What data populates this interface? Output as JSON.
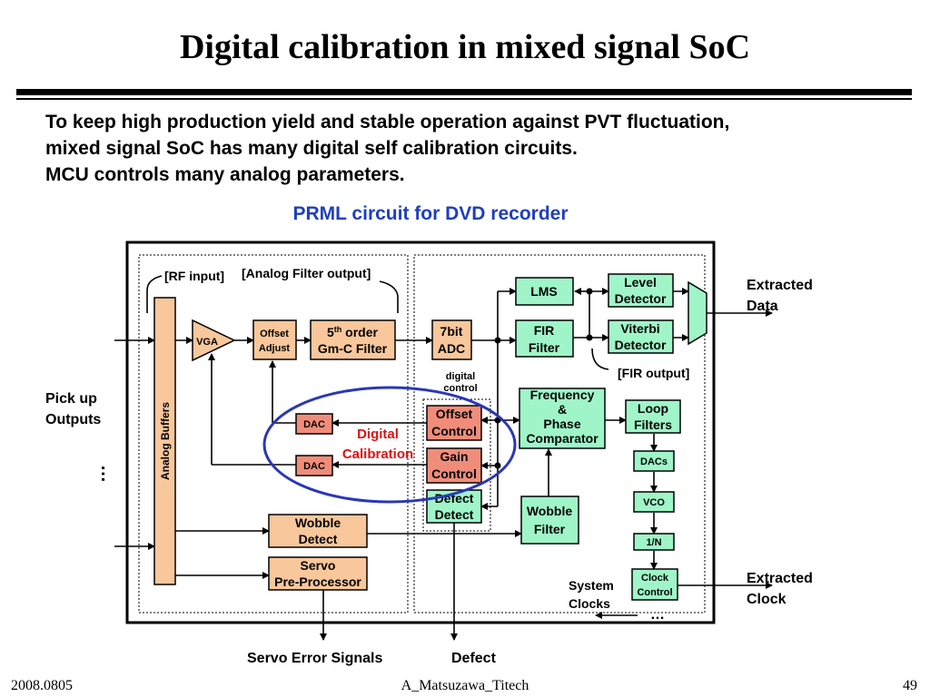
{
  "slide": {
    "title": "Digital calibration in mixed signal SoC",
    "intro": [
      "To keep high production yield and stable operation against PVT fluctuation,",
      "mixed signal SoC has many digital self calibration circuits.",
      "MCU controls many analog parameters."
    ],
    "subtitle": "PRML circuit for DVD recorder"
  },
  "diagram": {
    "labels": {
      "rf_input": "[RF input]",
      "analog_filter_output": "[Analog Filter output]",
      "fir_output": "[FIR output]",
      "pickup": [
        "Pick up",
        "Outputs"
      ],
      "ellipsis": "…",
      "extracted_data": [
        "Extracted",
        "Data"
      ],
      "extracted_clock": [
        "Extracted",
        "Clock"
      ],
      "system_clocks": [
        "System",
        "Clocks"
      ],
      "digital_control": [
        "digital",
        "control"
      ],
      "digital_calibration": [
        "Digital",
        "Calibration"
      ],
      "servo_error_signals": "Servo Error Signals",
      "defect": "Defect"
    },
    "blocks": {
      "analog_buffers": "Analog Buffers",
      "vga": "VGA",
      "offset_adjust": [
        "Offset",
        "Adjust"
      ],
      "filter": {
        "line1_main": "5",
        "line1_sup": "th",
        "line1_rest": " order",
        "line2": "Gm-C Filter"
      },
      "adc": [
        "7bit",
        "ADC"
      ],
      "dac_top": "DAC",
      "dac_bottom": "DAC",
      "offset_control": [
        "Offset",
        "Control"
      ],
      "gain_control": [
        "Gain",
        "Control"
      ],
      "defect_detect": [
        "Defect",
        "Detect"
      ],
      "lms": "LMS",
      "fir_filter": [
        "FIR",
        "Filter"
      ],
      "level_detector": [
        "Level",
        "Detector"
      ],
      "viterbi_detector": [
        "Viterbi",
        "Detector"
      ],
      "fpc": [
        "Frequency",
        "&",
        "Phase",
        "Comparator"
      ],
      "loop_filters": [
        "Loop",
        "Filters"
      ],
      "dacs": "DACs",
      "vco": "VCO",
      "div_n": "1/N",
      "clock_control": [
        "Clock",
        "Control"
      ],
      "wobble_filter": [
        "Wobble",
        "Filter"
      ],
      "wobble_detect": [
        "Wobble",
        "Detect"
      ],
      "servo_pre": [
        "Servo",
        "Pre-Processor"
      ]
    },
    "colors": {
      "analog": "#f8c79b",
      "digital": "#9ff5c8",
      "calibration": "#f08d7a",
      "accent_red": "#dd1111",
      "ellipse": "#2a37b8"
    }
  },
  "footer": {
    "left": "2008.0805",
    "center": "A_Matsuzawa_Titech",
    "right": "49"
  }
}
